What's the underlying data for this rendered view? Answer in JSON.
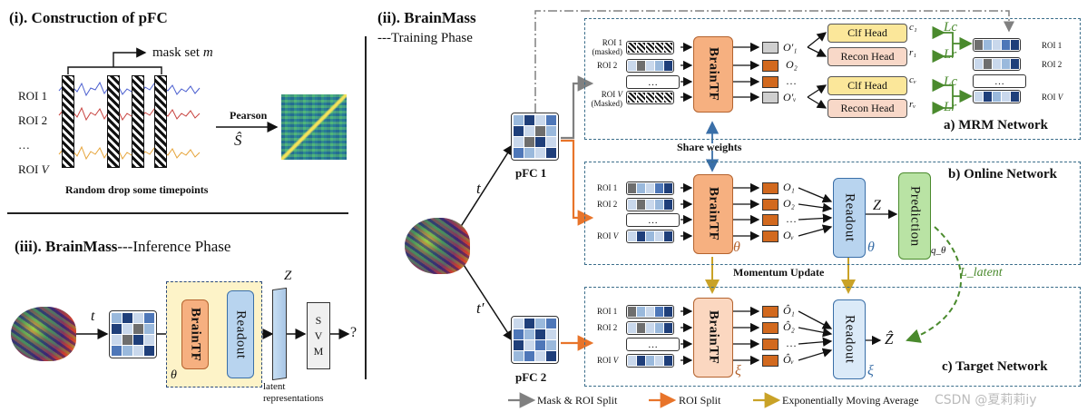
{
  "sections": {
    "construction": {
      "title": "(i). Construction of pFC"
    },
    "training": {
      "title_bold": "(ii). BrainMass",
      "subtitle": "---Training Phase"
    },
    "inference": {
      "title_bold": "(iii). BrainMass",
      "title_plain": "---Inference Phase"
    }
  },
  "construction": {
    "mask_label": "mask set",
    "mask_var": "m",
    "rois": [
      "ROI 1",
      "ROI 2",
      "…",
      "ROI V"
    ],
    "pearson": "Pearson",
    "s_hat": "Ŝ",
    "caption": "Random drop some timepoints",
    "series_colors": [
      "#4b5fcf",
      "#c8433f",
      "#e6a43a"
    ]
  },
  "inference": {
    "t": "t",
    "brain_tf": "BrainTF",
    "readout": "Readout",
    "theta": "θ",
    "z": "Z",
    "svm": [
      "S",
      "V",
      "M"
    ],
    "question": "?",
    "latent": "latent",
    "representations": "representations"
  },
  "training": {
    "t": "t",
    "t_prime": "t′",
    "pfc1": "pFC 1",
    "pfc2": "pFC 2",
    "share_weights": "Share weights",
    "momentum_update": "Momentum Update",
    "l_latent": "L_latent",
    "mrm": {
      "label": "a) MRM Network",
      "rois_left": [
        "ROI 1",
        "(masked)",
        "ROI 2",
        "ROI V",
        "(Masked)"
      ],
      "brain_tf": "BrainTF",
      "outputs": [
        "O′₁",
        "O₂",
        "…",
        "O′ᵥ"
      ],
      "heads": [
        "Clf Head",
        "Recon Head",
        "Clf Head",
        "Recon Head"
      ],
      "head_vars": [
        "c₁",
        "r₁",
        "cᵥ",
        "rᵥ"
      ],
      "losses": [
        "Lc",
        "Lr",
        "Lc",
        "Lr"
      ],
      "rois_right": [
        "ROI 1",
        "ROI 2",
        "ROI V"
      ]
    },
    "online": {
      "label": "b) Online Network",
      "rois": [
        "ROI 1",
        "ROI 2",
        "ROI V"
      ],
      "brain_tf": "BrainTF",
      "theta": "θ",
      "outputs": [
        "O₁",
        "O₂",
        "…",
        "Oᵥ"
      ],
      "readout": "Readout",
      "readout_theta": "θ",
      "z": "Z",
      "prediction": "Prediction",
      "q_theta": "q_θ"
    },
    "target": {
      "label": "c) Target Network",
      "rois": [
        "ROI 1",
        "ROI 2",
        "ROI V"
      ],
      "brain_tf": "BrainTF",
      "xi": "ξ",
      "outputs": [
        "Ô₁",
        "Ô₂",
        "…",
        "Ôᵥ"
      ],
      "readout": "Readout",
      "readout_xi": "ξ",
      "z_hat": "Ẑ"
    }
  },
  "legend": {
    "items": [
      {
        "label": "Mask & ROI Split",
        "color": "#808080"
      },
      {
        "label": "ROI Split",
        "color": "#e8742a"
      },
      {
        "label": "Exponentially Moving Average",
        "color": "#c9a227"
      }
    ]
  },
  "watermark": "CSDN @夏莉莉iy"
}
